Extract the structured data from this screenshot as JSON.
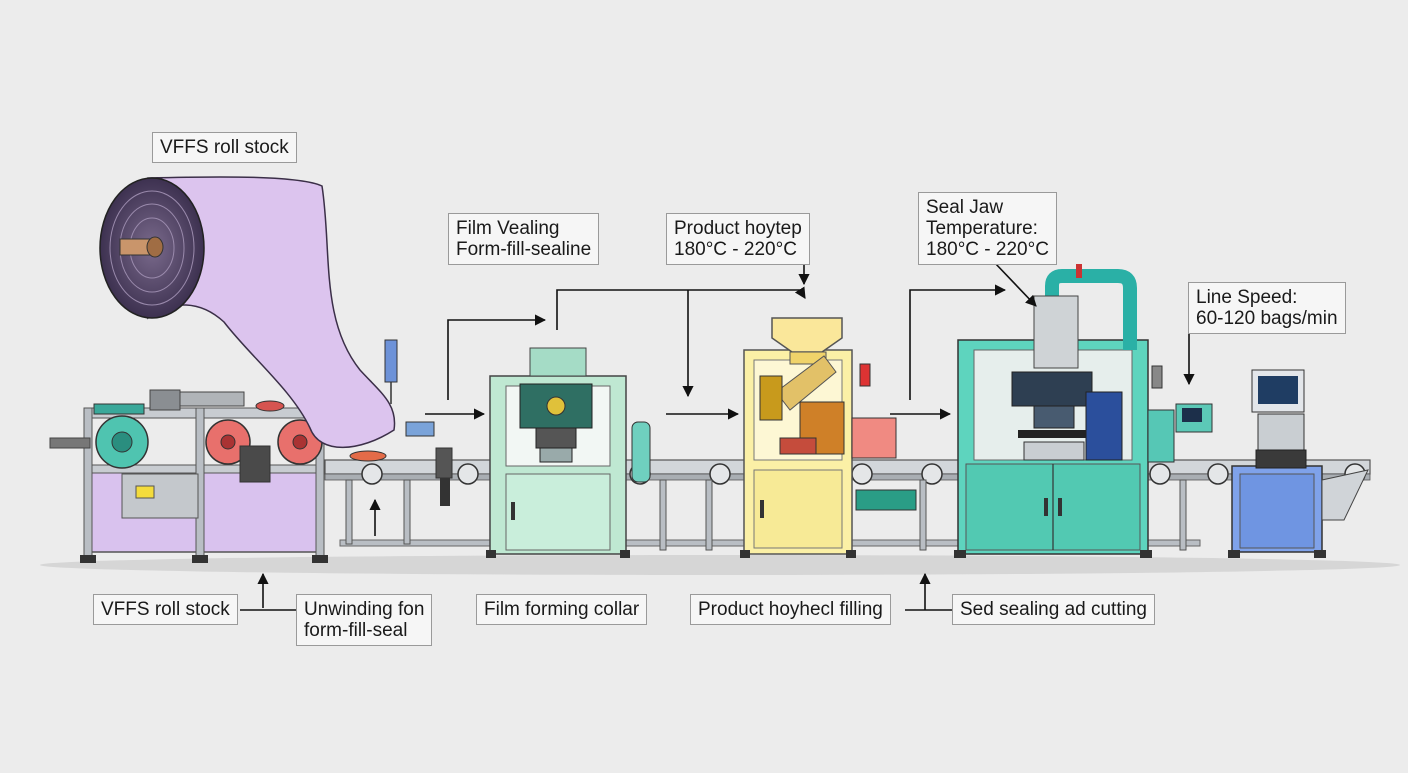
{
  "top_labels": {
    "roll_stock": "VFFS roll stock",
    "film_sealing": [
      "Film Vealing",
      "Form-fill-sealine"
    ],
    "product_temp": [
      "Product hoytep",
      "180°C - 220°C"
    ],
    "seal_jaw": [
      "Seal Jaw",
      "Temperature:",
      "180°C - 220°C"
    ],
    "line_speed": [
      "Line Speed:",
      "60-120 bags/min"
    ]
  },
  "bottom_labels": {
    "roll_stock": "VFFS roll stock",
    "unwinding": [
      "Unwinding fon",
      "form-fill-seal"
    ],
    "forming_collar": "Film forming collar",
    "filling": "Product hoyhecl filling",
    "sealing_cutting": "Sed sealing ad cutting"
  },
  "colors": {
    "film": "#dcc4ee",
    "roll_core": "#5a4a6a",
    "forming_station": "#bfe8d2",
    "filling_station": "#fbf0a6",
    "sealing_station": "#5ed4be",
    "output_station": "#7fa2ea",
    "frame": "#b9bec4",
    "accent_red": "#e0615e"
  }
}
